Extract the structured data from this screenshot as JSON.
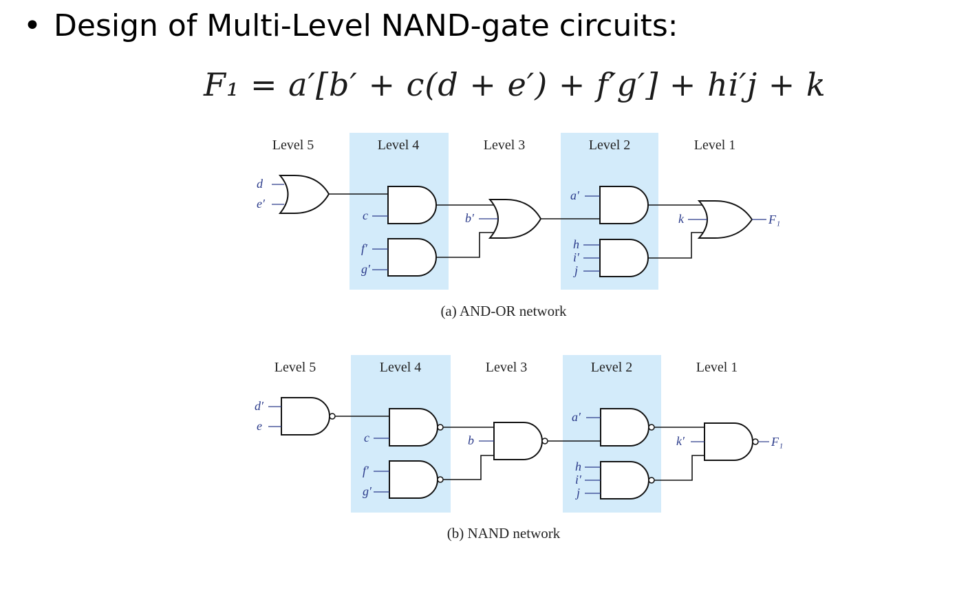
{
  "slide": {
    "bullet": "•",
    "heading": "Design of Multi-Level NAND-gate circuits:",
    "formula": "F₁ = a′[b′ + c(d + e′) + f′g′] + hi′j + k"
  },
  "levels": [
    "Level 5",
    "Level 4",
    "Level 3",
    "Level 2",
    "Level 1"
  ],
  "and_or_network": {
    "caption": "(a) AND-OR network",
    "inputs": {
      "d": "d",
      "e": "e′",
      "c": "c",
      "f": "f′",
      "g": "g′",
      "b": "b′",
      "a": "a′",
      "h": "h",
      "i": "i′",
      "j": "j",
      "k": "k"
    },
    "output": "F₁"
  },
  "nand_network": {
    "caption": "(b) NAND network",
    "inputs": {
      "d": "d′",
      "e": "e",
      "c": "c",
      "f": "f′",
      "g": "g′",
      "b": "b",
      "a": "a′",
      "h": "h",
      "i": "i′",
      "j": "j",
      "k": "k′"
    },
    "output": "F₁"
  },
  "colors": {
    "level_band": "#d3ebfa",
    "signal_text": "#2a3a8a"
  }
}
